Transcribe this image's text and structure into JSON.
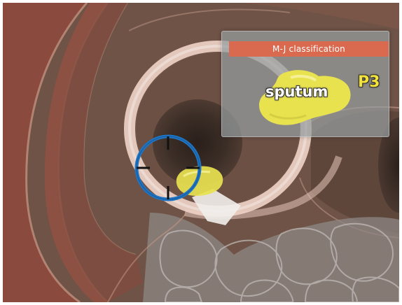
{
  "classification_panel": {
    "title": "M-J classification",
    "label": "sputum",
    "grade": "P3"
  },
  "colors": {
    "background": "#6e5346",
    "bronchial_wall": "#8f5143",
    "ring_highlight": "#f7dccf",
    "sputum_yellow": "#e8e24f",
    "panel_header": "#d9694f",
    "target_ring": "#1f74c3",
    "grade_text": "#f3e23a"
  },
  "icons": {
    "target": "crosshair-icon"
  }
}
